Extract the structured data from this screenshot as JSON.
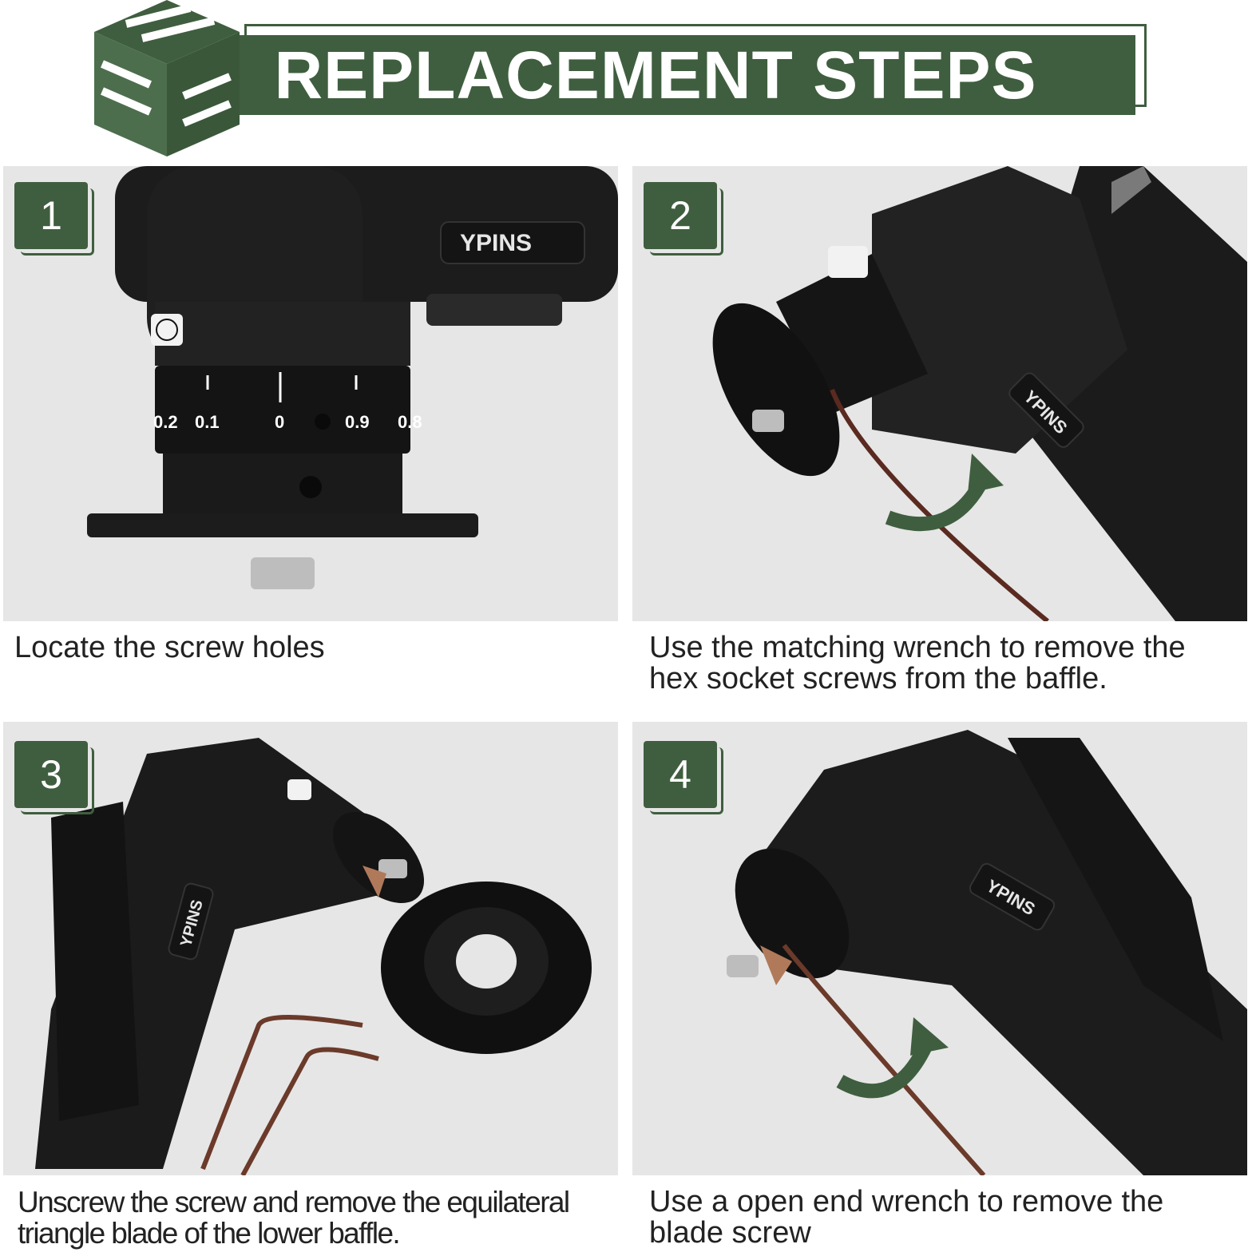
{
  "header": {
    "title": "REPLACEMENT STEPS",
    "accent_color": "#3f5e3f",
    "logo_icon": "stacked-cube-logo-icon"
  },
  "brand": {
    "name": "YPINS"
  },
  "dial": {
    "marks": [
      "0.2",
      "0.1",
      "0",
      "0.9",
      "0.8"
    ]
  },
  "steps": [
    {
      "number": "1",
      "caption_line1": "Locate the screw holes",
      "caption_line2": ""
    },
    {
      "number": "2",
      "caption_line1": "Use the matching wrench to remove the",
      "caption_line2": "hex socket screws from the baffle."
    },
    {
      "number": "3",
      "caption_line1": "Unscrew the screw and remove the equilateral",
      "caption_line2": "triangle blade of the lower baffle."
    },
    {
      "number": "4",
      "caption_line1": "Use a open end wrench to remove the",
      "caption_line2": "blade screw"
    }
  ]
}
